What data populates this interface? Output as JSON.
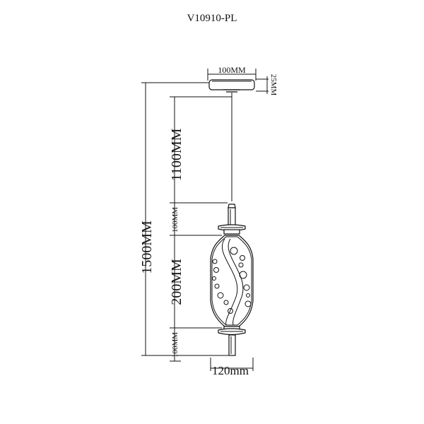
{
  "title": "V10910-PL",
  "dimensions": {
    "canopy_width": "100MM",
    "canopy_height": "25MM",
    "cable_length": "1100MM",
    "total_height": "1500MM",
    "top_cap": "100MM",
    "shade_height": "200MM",
    "bottom_cap": "100MM",
    "shade_width": "120mm"
  }
}
